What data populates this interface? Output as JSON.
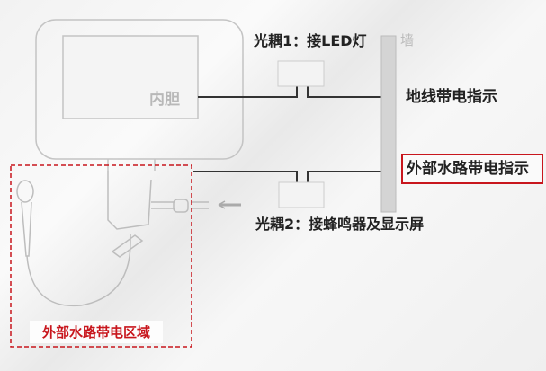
{
  "tank_label": "内胆",
  "wall_label": "墙",
  "optocoupler1_label": "光耦1：接LED灯",
  "optocoupler2_label": "光耦2：接蜂鸣器及显示屏",
  "ground_indicator_label": "地线带电指示",
  "external_indicator_label": "外部水路带电指示",
  "external_zone_label": "外部水路带电区域",
  "colors": {
    "accent_red": "#c8161d",
    "line": "#333333",
    "wall": "#d4d4d4"
  }
}
